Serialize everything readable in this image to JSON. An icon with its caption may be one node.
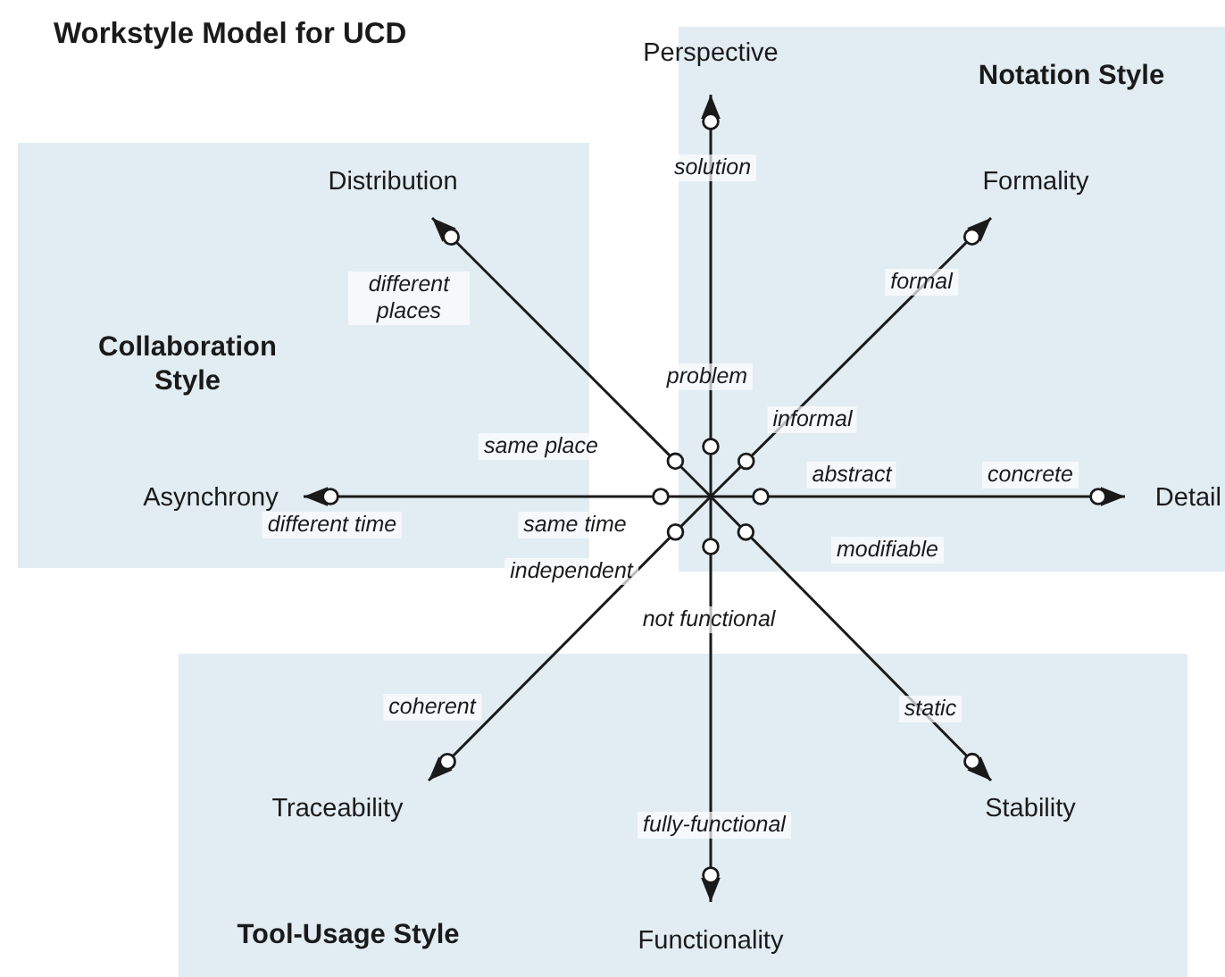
{
  "diagram": {
    "title": "Workstyle Model for UCD",
    "nodes": [
      {
        "text": [
          "Collaboration Style"
        ]
      },
      {
        "text": [
          "Notation Style"
        ]
      },
      {
        "text": [
          "Tool-Usage Style"
        ]
      },
      {
        "text": [
          "Perspective"
        ]
      },
      {
        "text": [
          "Distribution"
        ],
        "in": 0
      },
      {
        "text": [
          "Formality"
        ],
        "in": 1
      },
      {
        "text": [
          "Asynchrony"
        ],
        "in": 0
      },
      {
        "text": [
          "Detail"
        ],
        "in": 1
      },
      {
        "text": [
          "Traceability"
        ],
        "in": 2
      },
      {
        "text": [
          "Functionality"
        ],
        "in": 2
      },
      {
        "text": [
          "Stability"
        ],
        "in": 2
      }
    ],
    "edges": [
      {
        "from": null,
        "to": 3,
        "arrow": "to"
      },
      {
        "from": null,
        "to": 4,
        "arrow": "to"
      },
      {
        "from": null,
        "to": 5,
        "arrow": "to"
      },
      {
        "from": null,
        "to": 6,
        "arrow": "to"
      },
      {
        "from": null,
        "to": 7,
        "arrow": "to"
      },
      {
        "from": null,
        "to": 8,
        "arrow": "to"
      },
      {
        "from": null,
        "to": 9,
        "arrow": "to"
      },
      {
        "from": null,
        "to": 10,
        "arrow": "to"
      }
    ],
    "labels": [
      "solution",
      "different places",
      "formal",
      "problem",
      "informal",
      "same place",
      "abstract",
      "concrete",
      "different time",
      "same time",
      "modifiable",
      "independent",
      "not functional",
      "coherent",
      "static",
      "fully-functional"
    ]
  }
}
